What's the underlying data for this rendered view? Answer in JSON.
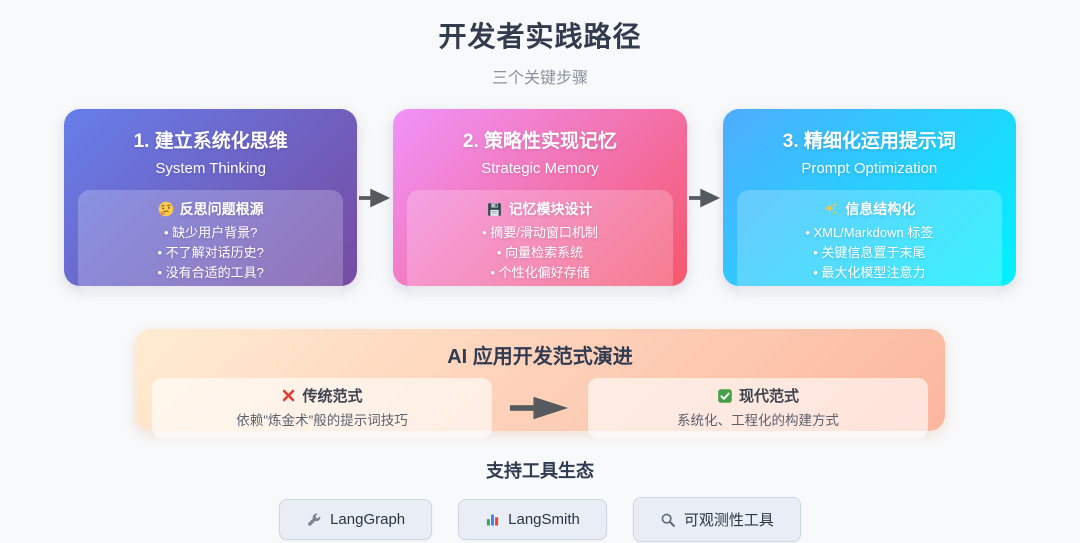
{
  "header": {
    "title": "开发者实践路径",
    "subtitle": "三个关键步骤"
  },
  "steps": [
    {
      "title": "1. 建立系统化思维",
      "subtitle": "System Thinking",
      "panel_icon": "thinking-face",
      "panel_title": "反思问题根源",
      "bullets": [
        "缺少用户背景?",
        "不了解对话历史?",
        "没有合适的工具?"
      ],
      "gradient_start": "#667eea",
      "gradient_end": "#764ba2"
    },
    {
      "title": "2. 策略性实现记忆",
      "subtitle": "Strategic Memory",
      "panel_icon": "floppy-disk",
      "panel_title": "记忆模块设计",
      "bullets": [
        "摘要/滑动窗口机制",
        "向量检索系统",
        "个性化偏好存储"
      ],
      "gradient_start": "#f093fb",
      "gradient_end": "#f5576c"
    },
    {
      "title": "3. 精细化运用提示词",
      "subtitle": "Prompt Optimization",
      "panel_icon": "sparkles",
      "panel_title": "信息结构化",
      "bullets": [
        "XML/Markdown 标签",
        "关键信息置于末尾",
        "最大化模型注意力"
      ],
      "gradient_start": "#4facfe",
      "gradient_end": "#00f2fe"
    }
  ],
  "paradigm": {
    "title": "AI 应用开发范式演进",
    "gradient_start": "#ffecd2",
    "gradient_end": "#fcb69f",
    "old": {
      "icon": "cross-mark",
      "icon_color": "#e53935",
      "label": "传统范式",
      "description": "依赖\"炼金术\"般的提示词技巧"
    },
    "new": {
      "icon": "check-mark",
      "icon_color": "#43a047",
      "label": "现代范式",
      "description": "系统化、工程化的构建方式"
    }
  },
  "tools": {
    "title": "支持工具生态",
    "items": [
      {
        "icon": "wrench",
        "label": "LangGraph"
      },
      {
        "icon": "bar-chart",
        "label": "LangSmith"
      },
      {
        "icon": "magnifier",
        "label": "可观测性工具"
      }
    ]
  },
  "flow_arrow_color": "#555a5f"
}
